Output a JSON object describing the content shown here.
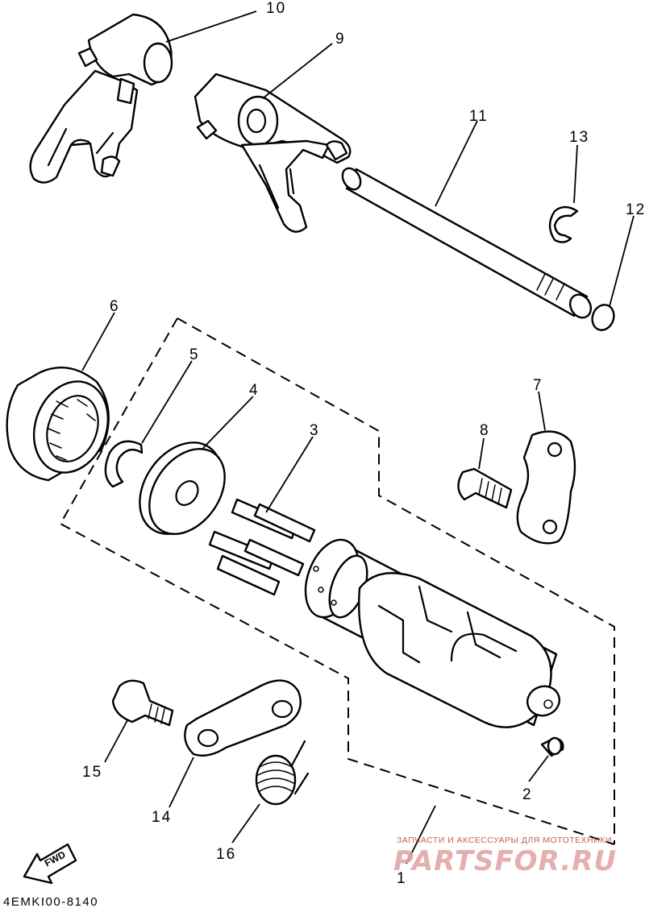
{
  "diagram_code": "4EMKI00-8140",
  "watermark": {
    "tagline": "ЗАПЧАСТИ И АКСЕССУАРЫ ДЛЯ МОТОТЕХНИКИ",
    "brand": "PARTSFOR.RU"
  },
  "fwd_label": "FWD",
  "callouts": [
    {
      "id": "1",
      "part": "shift-cam-assembly"
    },
    {
      "id": "2",
      "part": "dowel-pin"
    },
    {
      "id": "3",
      "part": "pins"
    },
    {
      "id": "4",
      "part": "washer"
    },
    {
      "id": "5",
      "part": "circlip"
    },
    {
      "id": "6",
      "part": "bearing"
    },
    {
      "id": "7",
      "part": "stopper-plate"
    },
    {
      "id": "8",
      "part": "screw"
    },
    {
      "id": "9",
      "part": "shift-fork-2"
    },
    {
      "id": "10",
      "part": "shift-fork-1"
    },
    {
      "id": "11",
      "part": "guide-bar"
    },
    {
      "id": "12",
      "part": "plug"
    },
    {
      "id": "13",
      "part": "circlip-small"
    },
    {
      "id": "14",
      "part": "stopper-lever"
    },
    {
      "id": "15",
      "part": "bolt"
    },
    {
      "id": "16",
      "part": "torsion-spring"
    }
  ]
}
